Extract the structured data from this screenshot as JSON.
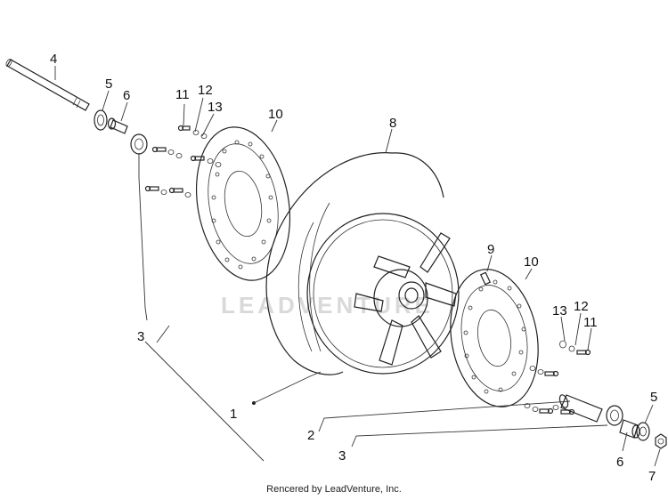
{
  "diagram": {
    "credit": "Rencered by LeadVenture, Inc.",
    "watermark": "LEADVENTURE",
    "callouts": {
      "axle": "4",
      "spacer_left": "5",
      "bearing_left": "6",
      "bolt_left": "11",
      "washer_left": "12",
      "circlip_left": "13",
      "disc_left": "10",
      "tyre": "8",
      "valve": "9",
      "disc_right": "10",
      "circlip_right": "13",
      "washer_right": "12",
      "bolt_right": "11",
      "bearing_kit_left": "3",
      "wheel_assembly": "1",
      "bearing_kit_right_2": "2",
      "bearing_kit_right_3": "3",
      "spacer_right": "5",
      "bearing_right": "6",
      "nut_right": "7"
    }
  }
}
